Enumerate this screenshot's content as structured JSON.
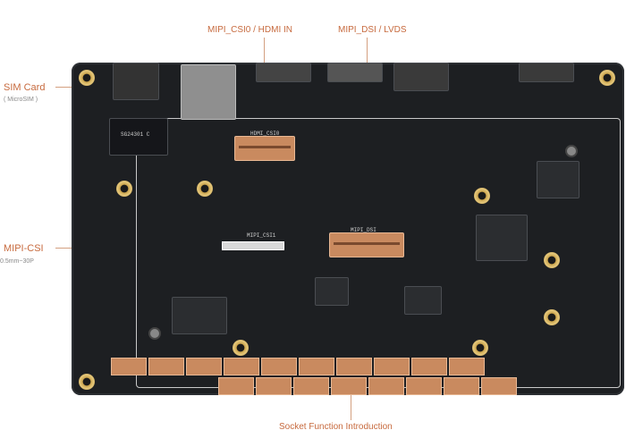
{
  "labels": {
    "sim_card": "SIM Card",
    "sim_sub": "( MicroSIM )",
    "mipi_csi0": "MIPI_CSI0 / HDMI IN",
    "mipi_dsi": "MIPI_DSI / LVDS",
    "mipi_csi": "MIPI-CSI",
    "mipi_csi_sub": "0.5mm~30P",
    "socket_intro": "Socket Function Introduction"
  },
  "silkscreen": {
    "chip_id": "SG24301 C",
    "mipi_csi1": "MIPI_CSI1",
    "mipi_dsi_silk": "MIPI_DSI",
    "hdmi_csi0": "HDMI_CSI0"
  },
  "colors": {
    "label": "#c76a3e",
    "board": "#1d1f22",
    "connector": "#c98a5f"
  }
}
